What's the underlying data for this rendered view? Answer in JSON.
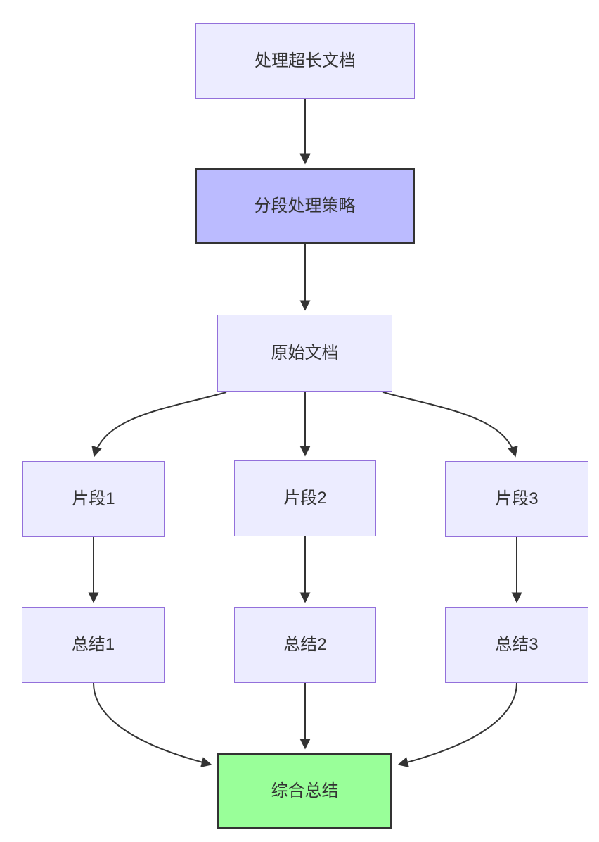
{
  "diagram": {
    "type": "flowchart",
    "direction": "top-down",
    "nodes": [
      {
        "id": "A",
        "label": "处理超长文档",
        "kind": "default"
      },
      {
        "id": "B",
        "label": "分段处理策略",
        "kind": "strategy-highlight"
      },
      {
        "id": "C",
        "label": "原始文档",
        "kind": "default"
      },
      {
        "id": "D1",
        "label": "片段1",
        "kind": "default"
      },
      {
        "id": "D2",
        "label": "片段2",
        "kind": "default"
      },
      {
        "id": "D3",
        "label": "片段3",
        "kind": "default"
      },
      {
        "id": "E1",
        "label": "总结1",
        "kind": "default"
      },
      {
        "id": "E2",
        "label": "总结2",
        "kind": "default"
      },
      {
        "id": "E3",
        "label": "总结3",
        "kind": "default"
      },
      {
        "id": "F",
        "label": "综合总结",
        "kind": "result-highlight"
      }
    ],
    "edges": [
      {
        "from": "A",
        "to": "B"
      },
      {
        "from": "B",
        "to": "C"
      },
      {
        "from": "C",
        "to": "D1"
      },
      {
        "from": "C",
        "to": "D2"
      },
      {
        "from": "C",
        "to": "D3"
      },
      {
        "from": "D1",
        "to": "E1"
      },
      {
        "from": "D2",
        "to": "E2"
      },
      {
        "from": "D3",
        "to": "E3"
      },
      {
        "from": "E1",
        "to": "F"
      },
      {
        "from": "E2",
        "to": "F"
      },
      {
        "from": "E3",
        "to": "F"
      }
    ],
    "colors": {
      "background": "#FFFFFF",
      "node_fill": "#ECECFF",
      "node_border": "#9370DB",
      "strategy_fill": "#BBBBFF",
      "result_fill": "#99FF99",
      "dark_border": "#333333",
      "edge_stroke": "#333333",
      "text": "#333333"
    }
  }
}
